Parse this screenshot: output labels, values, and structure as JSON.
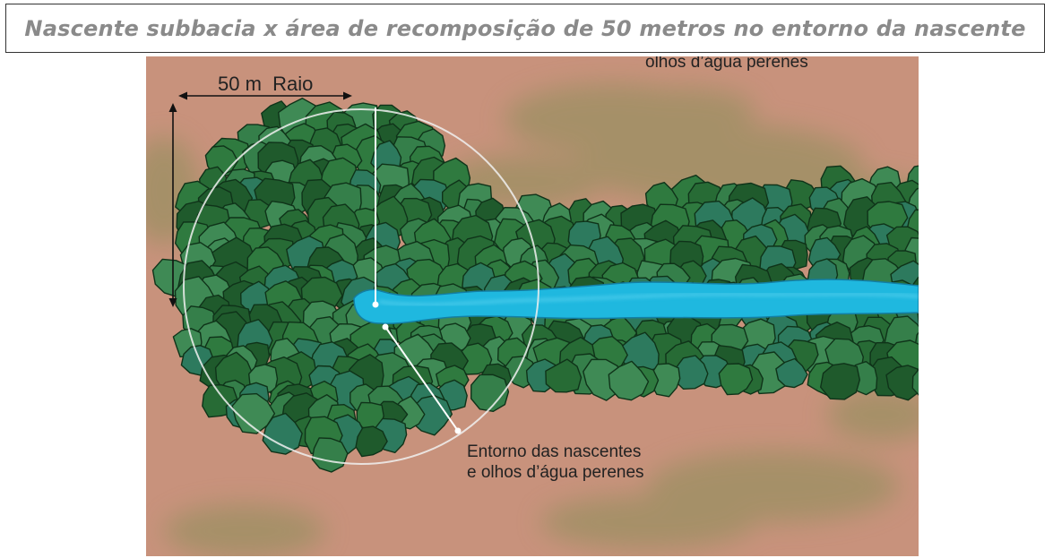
{
  "title": "Nascente subbacia x área de recomposição de 50 metros no entorno da nascente",
  "illustration": {
    "radius_label": "50 m  Raio",
    "top_label": "olhos d’água perenes",
    "bottom_label_line1": "Entorno das nascentes",
    "bottom_label_line2": "e olhos d’água perenes"
  },
  "colors": {
    "ground": "#c8927c",
    "grass": "#8a8f58",
    "tree_dark": "#1f5a2c",
    "tree_mid": "#2f7a3f",
    "tree_light": "#3f8a55",
    "tree_teal": "#2d7a5e",
    "water": "#1fb8df",
    "circle": "#f0f0f0"
  }
}
